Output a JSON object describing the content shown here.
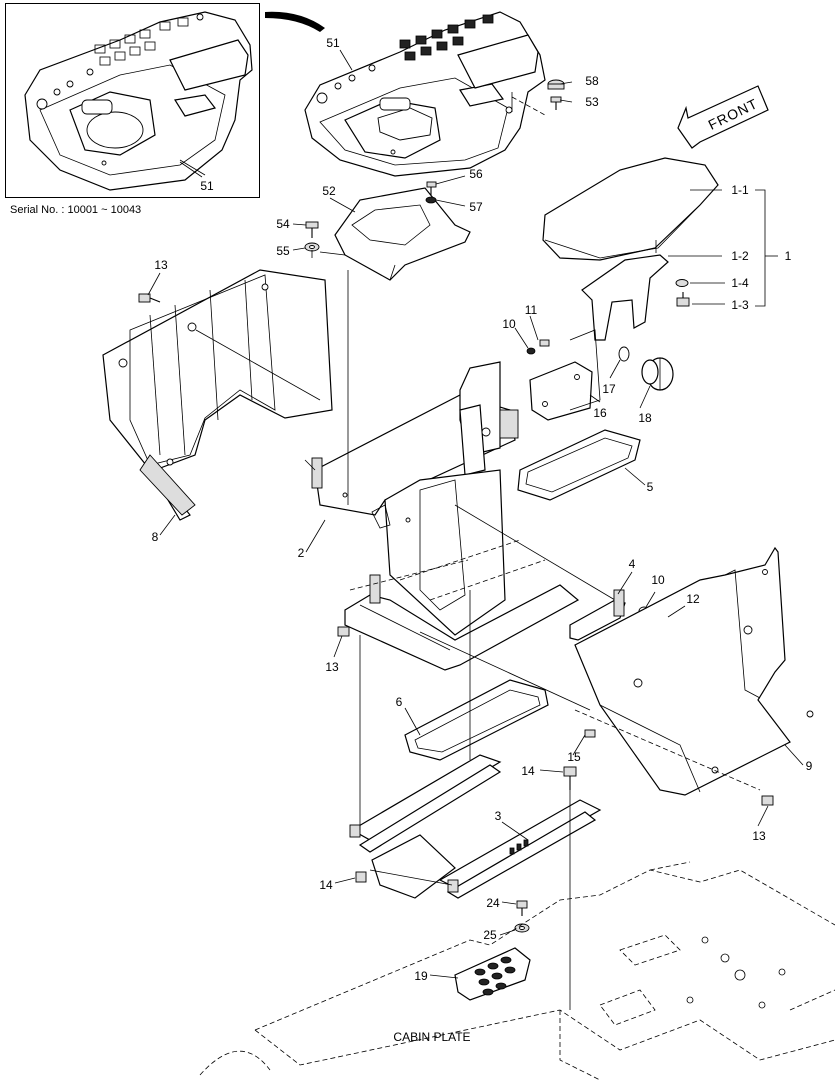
{
  "serial_note": "Serial No. : 10001 ~ 10043",
  "direction_label": "FRONT",
  "base_label": "CABIN PLATE",
  "callouts": {
    "c51a": "51",
    "c51b": "51",
    "c58": "58",
    "c53": "53",
    "c56": "56",
    "c57": "57",
    "c52": "52",
    "c54": "54",
    "c55": "55",
    "c1_1": "1-1",
    "c1_2": "1-2",
    "c1": "1",
    "c1_4": "1-4",
    "c1_3": "1-3",
    "c13a": "13",
    "c11": "11",
    "c10a": "10",
    "c17": "17",
    "c16": "16",
    "c18": "18",
    "c5": "5",
    "c8": "8",
    "c2": "2",
    "c4": "4",
    "c10b": "10",
    "c12": "12",
    "c13b": "13",
    "c6": "6",
    "c15": "15",
    "c9": "9",
    "c14a": "14",
    "c3": "3",
    "c13c": "13",
    "c14b": "14",
    "c24": "24",
    "c25": "25",
    "c19": "19"
  }
}
